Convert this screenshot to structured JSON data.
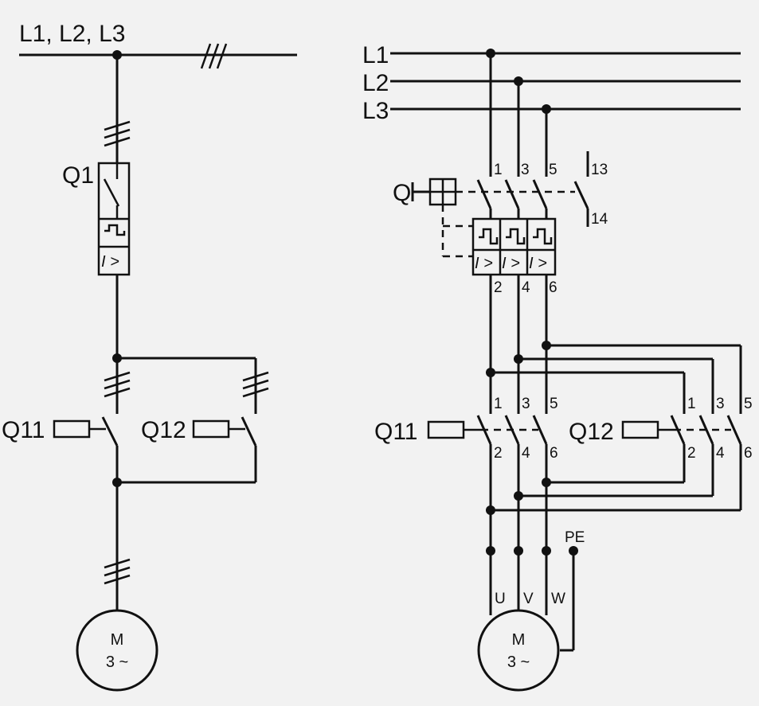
{
  "left": {
    "supply_label": "L1, L2, L3",
    "breaker_label": "Q1",
    "overcurrent_symbol": "I >",
    "contactor1_label": "Q11",
    "contactor2_label": "Q12",
    "motor_label": "M",
    "motor_sub": "3 ~"
  },
  "right": {
    "phases": [
      "L1",
      "L2",
      "L3"
    ],
    "breaker_label": "Q",
    "breaker_top_terminals": [
      "1",
      "3",
      "5"
    ],
    "breaker_bottom_terminals": [
      "2",
      "4",
      "6"
    ],
    "aux_top": "13",
    "aux_bottom": "14",
    "overcurrent_symbols": [
      "I >",
      "I >",
      "I >"
    ],
    "contactor1_label": "Q11",
    "contactor2_label": "Q12",
    "q11_top_terminals": [
      "1",
      "3",
      "5"
    ],
    "q11_bottom_terminals": [
      "2",
      "4",
      "6"
    ],
    "q12_top_terminals": [
      "1",
      "3",
      "5"
    ],
    "q12_bottom_terminals": [
      "2",
      "4",
      "6"
    ],
    "pe_label": "PE",
    "motor_terminals": [
      "U",
      "V",
      "W"
    ],
    "motor_label": "M",
    "motor_sub": "3 ~"
  },
  "colors": {
    "background": "#f2f2f2",
    "line": "#111111"
  }
}
